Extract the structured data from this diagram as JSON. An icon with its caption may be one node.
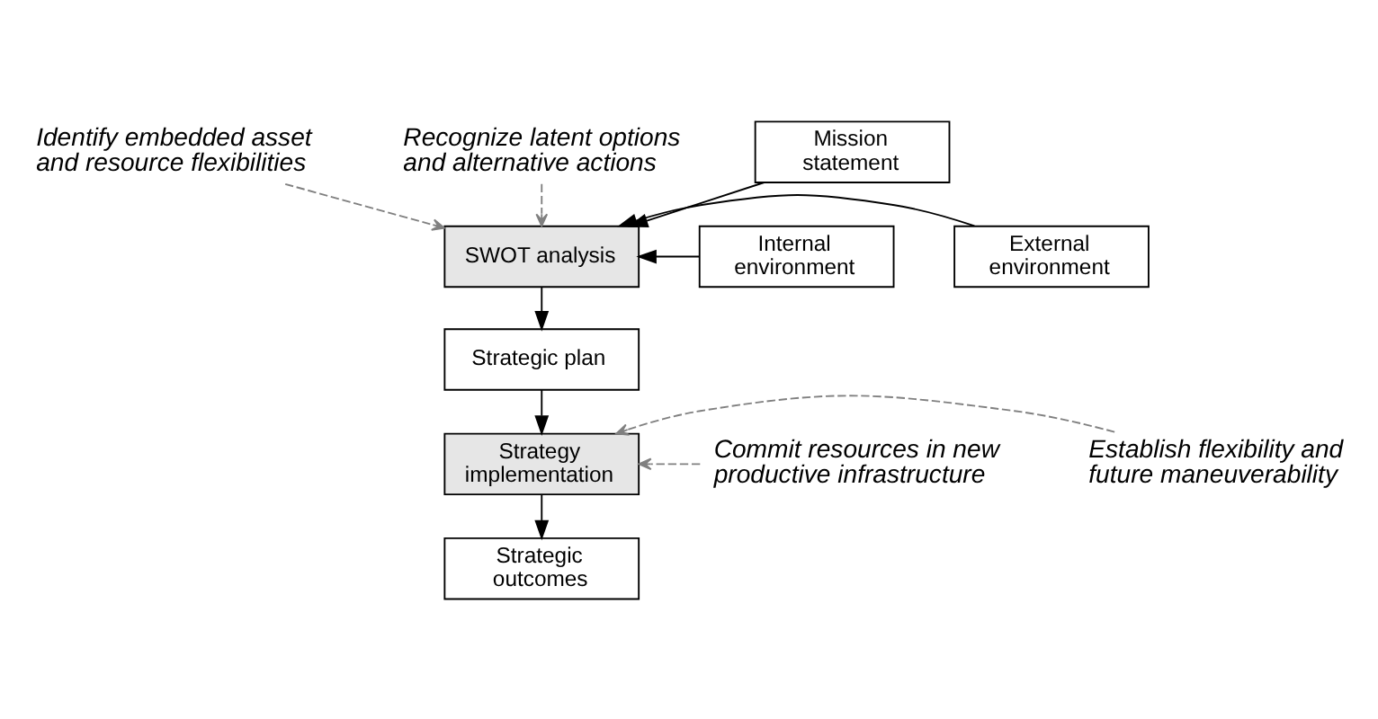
{
  "diagram": {
    "nodes": [
      {
        "text": [
          "Identify embedded asset and resource flexibilities"
        ]
      },
      {
        "text": [
          "Recognize latent options and alternative actions"
        ]
      },
      {
        "text": [
          "Mission statement"
        ]
      },
      {
        "text": [
          "Internal environment"
        ]
      },
      {
        "text": [
          "SWOT analysis"
        ]
      },
      {
        "text": [
          "External environment"
        ]
      },
      {
        "text": [
          "Strategic plan"
        ]
      },
      {
        "text": [
          "Commit resources in new productive infrastructure"
        ]
      },
      {
        "text": [
          "Establish flexibility and future maneuverability"
        ]
      },
      {
        "text": [
          "Strategy implementation"
        ]
      },
      {
        "text": [
          "Strategic outcomes"
        ]
      }
    ],
    "edges": [
      {
        "from": 0,
        "to": 4,
        "arrow": "to",
        "style": "dashed",
        "color": "#808080"
      },
      {
        "from": 1,
        "to": 4,
        "arrow": "to",
        "style": "dashed",
        "color": "#808080"
      },
      {
        "from": 2,
        "to": 4,
        "arrow": "to"
      },
      {
        "from": 3,
        "to": 4,
        "arrow": "to"
      },
      {
        "from": 5,
        "to": 4,
        "arrow": "to"
      },
      {
        "from": 4,
        "to": 6,
        "arrow": "to"
      },
      {
        "from": 6,
        "to": 9,
        "arrow": "to"
      },
      {
        "from": 7,
        "to": 9,
        "arrow": "to",
        "style": "dashed",
        "color": "#808080"
      },
      {
        "from": 8,
        "to": 9,
        "arrow": "to",
        "style": "dashed",
        "color": "#808080"
      },
      {
        "from": 9,
        "to": 10,
        "arrow": "to"
      }
    ]
  }
}
